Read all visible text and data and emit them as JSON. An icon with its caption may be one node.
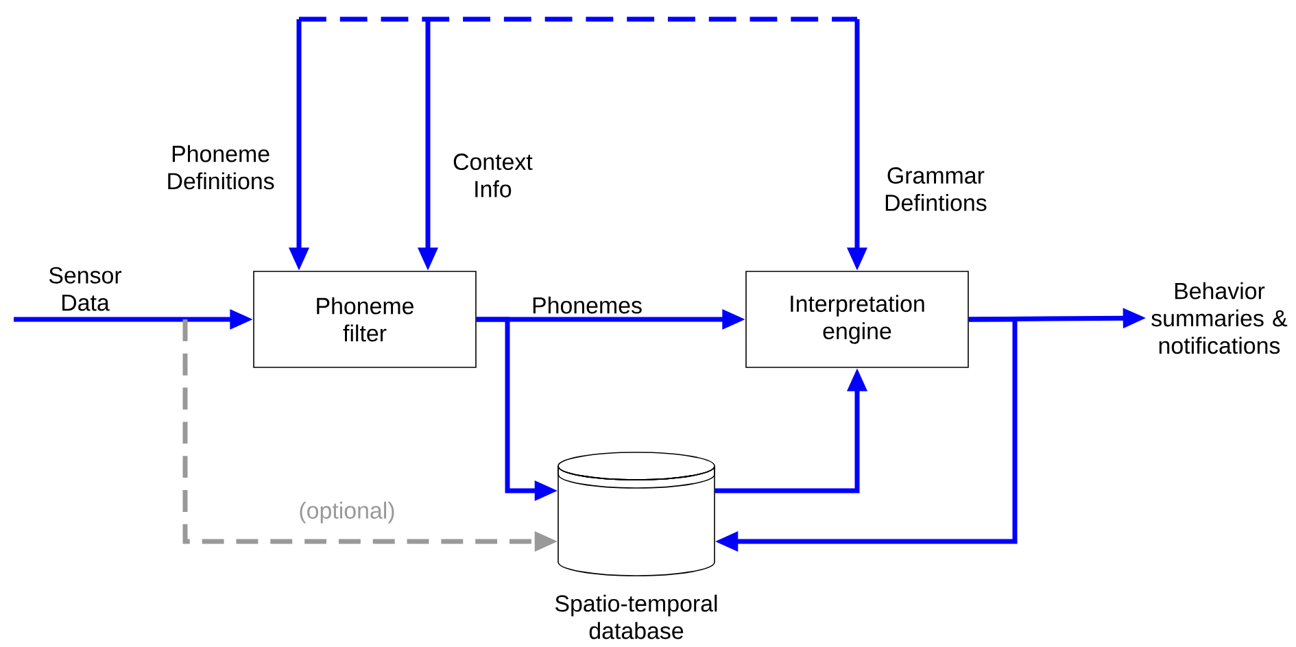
{
  "diagram": {
    "nodes": [
      {
        "text": [
          "Phoneme filter"
        ]
      },
      {
        "text": [
          "Interpretation engine"
        ]
      },
      {
        "text": [],
        "shape": "cylinder",
        "beside": [
          "Spatio-temporal database"
        ]
      },
      {
        "text": [
          "Behavior summaries & notifications"
        ]
      }
    ],
    "edges": [
      {
        "from": null,
        "to": 0,
        "arrow": "to",
        "label": "Sensor Data"
      },
      {
        "from": null,
        "to": 0,
        "arrow": "to",
        "label": "Phoneme Definitions"
      },
      {
        "from": null,
        "to": 0,
        "arrow": "to",
        "label": "Context Info"
      },
      {
        "from": null,
        "to": 1,
        "arrow": "to",
        "label": "Grammar Defintions"
      },
      {
        "from": 0,
        "to": 1,
        "arrow": "to",
        "label": "Phonemes"
      },
      {
        "from": 0,
        "to": 2,
        "arrow": "to"
      },
      {
        "from": 2,
        "to": 1,
        "arrow": "to"
      },
      {
        "from": 1,
        "to": 3,
        "arrow": "to"
      },
      {
        "from": 1,
        "to": 2,
        "arrow": "to"
      },
      {
        "from": null,
        "to": 2,
        "arrow": "to",
        "label": "(optional)",
        "style": "dashed",
        "color": "#999999"
      }
    ]
  }
}
